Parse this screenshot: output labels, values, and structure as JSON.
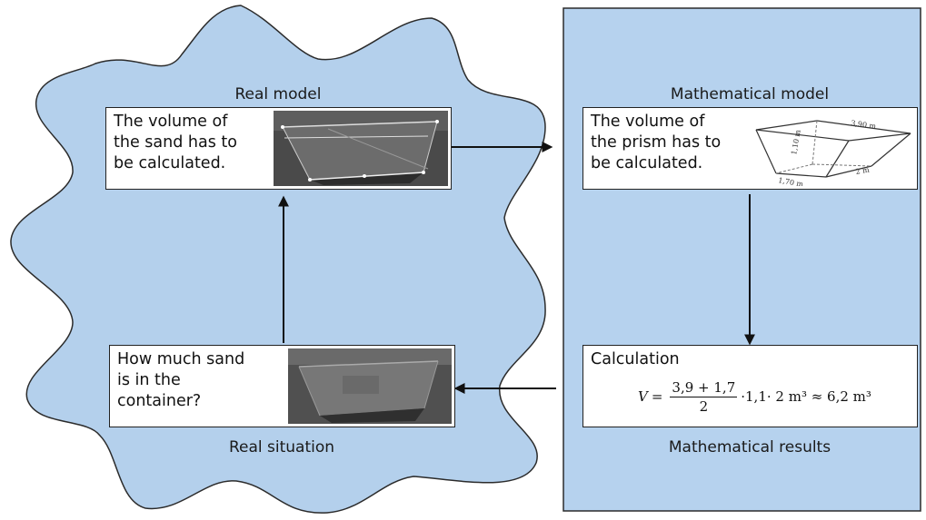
{
  "colors": {
    "cloud_fill": "#b4d0ec",
    "panel_fill": "#b6d2ee",
    "outline": "#2b2b2b",
    "arrow": "#111111"
  },
  "real_model": {
    "title": "Real model",
    "text_lines": [
      "The volume of",
      "the sand has to",
      "be calculated."
    ]
  },
  "math_model": {
    "title": "Mathematical model",
    "text_lines": [
      "The volume of",
      "the prism has to",
      "be calculated."
    ],
    "prism_labels": [
      "3,90 m",
      "1,10 m",
      "1,70 m",
      "2 m"
    ]
  },
  "real_situation": {
    "title": "Real situation",
    "text_lines": [
      "How much sand",
      "is in the",
      "container?"
    ]
  },
  "math_results": {
    "title": "Mathematical results",
    "heading": "Calculation",
    "formula": {
      "lhs": "V",
      "eq": "=",
      "numerator": "3,9 + 1,7",
      "denominator": "2",
      "rest": "·1,1· 2 m³ ≈ 6,2 m³"
    }
  },
  "icons": [
    "photo-container-icon",
    "photo-container-measured-icon",
    "prism-sketch-icon"
  ]
}
